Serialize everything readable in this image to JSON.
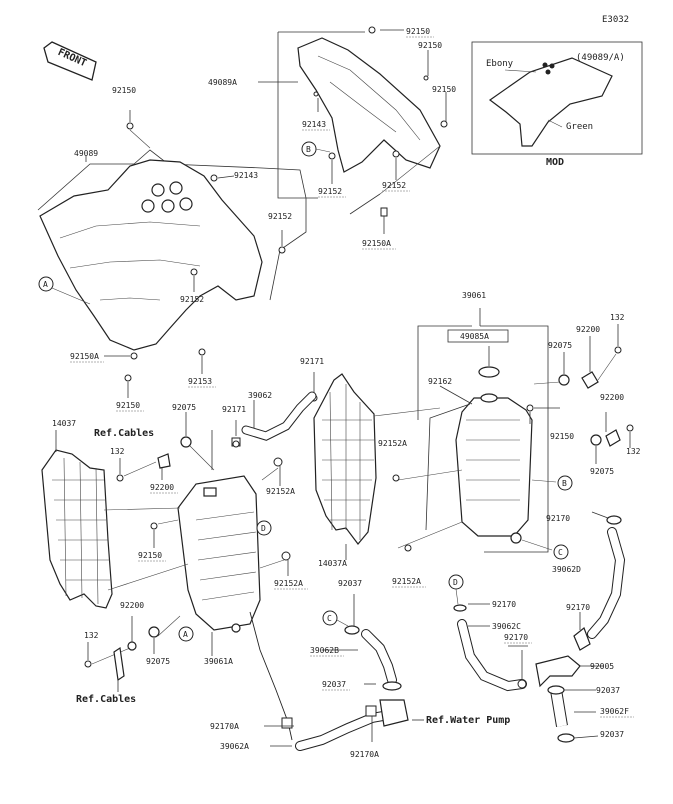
{
  "diagram_code": "E3032",
  "front_label": "FRONT",
  "mod_box": {
    "part_ref": "(49089/A)",
    "color_top": "Ebony",
    "color_bottom": "Green",
    "caption": "MOD"
  },
  "callouts": {
    "A": "A",
    "B": "B",
    "C": "C",
    "D": "D"
  },
  "refs": {
    "cables_top": "Ref.Cables",
    "cables_bottom": "Ref.Cables",
    "water_pump": "Ref.Water Pump"
  },
  "labels": [
    {
      "id": "l_92150_a",
      "text": "92150"
    },
    {
      "id": "l_92150_b",
      "text": "92150"
    },
    {
      "id": "l_92150_c",
      "text": "92150"
    },
    {
      "id": "l_49089A",
      "text": "49089A"
    },
    {
      "id": "l_92143_a",
      "text": "92143"
    },
    {
      "id": "l_92152_a",
      "text": "92152"
    },
    {
      "id": "l_92152_b",
      "text": "92152"
    },
    {
      "id": "l_92150A_a",
      "text": "92150A"
    },
    {
      "id": "l_92150_tl",
      "text": "92150"
    },
    {
      "id": "l_49089",
      "text": "49089"
    },
    {
      "id": "l_92143_b",
      "text": "92143"
    },
    {
      "id": "l_92152_c",
      "text": "92152"
    },
    {
      "id": "l_92152_d",
      "text": "92152"
    },
    {
      "id": "l_92150A_b",
      "text": "92150A"
    },
    {
      "id": "l_92153",
      "text": "92153"
    },
    {
      "id": "l_92150_d",
      "text": "92150"
    },
    {
      "id": "l_39061",
      "text": "39061"
    },
    {
      "id": "l_49085A",
      "text": "49085A"
    },
    {
      "id": "l_92200_a",
      "text": "92200"
    },
    {
      "id": "l_132_a",
      "text": "132"
    },
    {
      "id": "l_92075_a",
      "text": "92075"
    },
    {
      "id": "l_92171_a",
      "text": "92171"
    },
    {
      "id": "l_39062",
      "text": "39062"
    },
    {
      "id": "l_92075_b",
      "text": "92075"
    },
    {
      "id": "l_92171_b",
      "text": "92171"
    },
    {
      "id": "l_92162",
      "text": "92162"
    },
    {
      "id": "l_92152A_a",
      "text": "92152A"
    },
    {
      "id": "l_92150_e",
      "text": "92150"
    },
    {
      "id": "l_92200_b",
      "text": "92200"
    },
    {
      "id": "l_132_b",
      "text": "132"
    },
    {
      "id": "l_92075_c",
      "text": "92075"
    },
    {
      "id": "l_14037",
      "text": "14037"
    },
    {
      "id": "l_132_c",
      "text": "132"
    },
    {
      "id": "l_92200_c",
      "text": "92200"
    },
    {
      "id": "l_92152A_b",
      "text": "92152A"
    },
    {
      "id": "l_92150_f",
      "text": "92150"
    },
    {
      "id": "l_14037A",
      "text": "14037A"
    },
    {
      "id": "l_92152A_c",
      "text": "92152A"
    },
    {
      "id": "l_92170_a",
      "text": "92170"
    },
    {
      "id": "l_39062D",
      "text": "39062D"
    },
    {
      "id": "l_92037_a",
      "text": "92037"
    },
    {
      "id": "l_92152A_d",
      "text": "92152A"
    },
    {
      "id": "l_92200_d",
      "text": "92200"
    },
    {
      "id": "l_132_d",
      "text": "132"
    },
    {
      "id": "l_92075_d",
      "text": "92075"
    },
    {
      "id": "l_39061A",
      "text": "39061A"
    },
    {
      "id": "l_39062B",
      "text": "39062B"
    },
    {
      "id": "l_92037_b",
      "text": "92037"
    },
    {
      "id": "l_92170_b",
      "text": "92170"
    },
    {
      "id": "l_39062C",
      "text": "39062C"
    },
    {
      "id": "l_92170_c",
      "text": "92170"
    },
    {
      "id": "l_92170_d",
      "text": "92170"
    },
    {
      "id": "l_92005",
      "text": "92005"
    },
    {
      "id": "l_92037_c",
      "text": "92037"
    },
    {
      "id": "l_39062F",
      "text": "39062F"
    },
    {
      "id": "l_92037_d",
      "text": "92037"
    },
    {
      "id": "l_92170A_a",
      "text": "92170A"
    },
    {
      "id": "l_39062A",
      "text": "39062A"
    },
    {
      "id": "l_92170A_b",
      "text": "92170A"
    }
  ]
}
